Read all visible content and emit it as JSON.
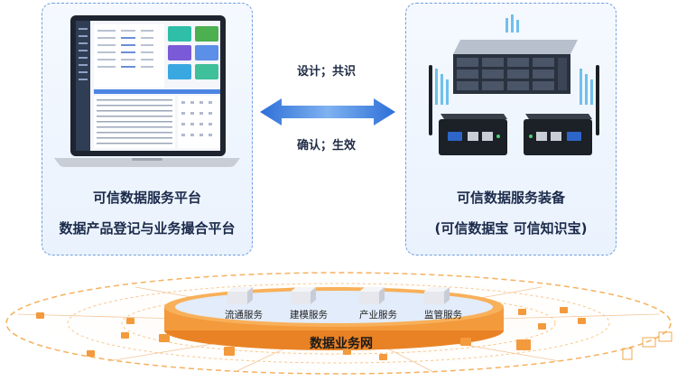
{
  "left_panel": {
    "title": "可信数据服务平台",
    "subtitle": "数据产品登记与业务撮合平台"
  },
  "right_panel": {
    "title": "可信数据服务装备",
    "subtitle": "(可信数据宝  可信知识宝)"
  },
  "exchange": {
    "top_label": "设计；共识",
    "bottom_label": "确认；生效"
  },
  "network": {
    "title": "数据业务网",
    "services": [
      "流通服务",
      "建模服务",
      "产业服务",
      "监管服务"
    ]
  },
  "colors": {
    "accent_blue": "#3b7fe0",
    "orange": "#f39a3c",
    "panel_border": "#6f9fe0"
  }
}
